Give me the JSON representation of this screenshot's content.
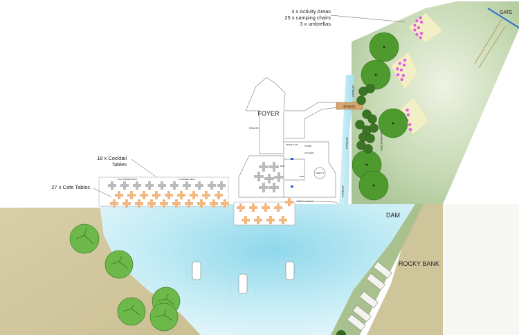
{
  "labels": {
    "activity_line1": "3 x Activity Areas",
    "activity_line2": "25 x camping chairs",
    "activity_line3": "3 x umbrellas",
    "gate": "GATE",
    "foyer": "FOYER",
    "bridge": "BRIDGE",
    "stream_top": "STREAM",
    "stream_mid": "STREAM",
    "stream_low": "STREAM",
    "generators": "GENERATORS",
    "cocktail_line1": "18 x Cocktail",
    "cocktail_line2": "Tables",
    "cafe": "27 x Cafe Tables",
    "dam": "DAM",
    "rocky_bank": "ROCKY BANK",
    "fire_pit": "FIRE PIT",
    "bar": "BAR",
    "bar2": "BAR",
    "male_wc": "MALE WC",
    "female_wc": "FEMALE WC",
    "kitchen": "KITCHEN",
    "store": "STORE",
    "deck_left": "UNCOVERED DECK",
    "deck_right": "COVERED DECK",
    "ramp": "RAMP TO WATER"
  },
  "colors": {
    "lawn": "#b7cfa4",
    "water": "#bfe9f2",
    "bank": "#d5cba4",
    "tree": "#4e9a2f",
    "cocktail_table": "#bbbbbb",
    "cafe_table": "#f2b882",
    "camping_chair": "#e060e0",
    "umbrella": "#f2eec5",
    "bridge": "#d9a46a"
  }
}
